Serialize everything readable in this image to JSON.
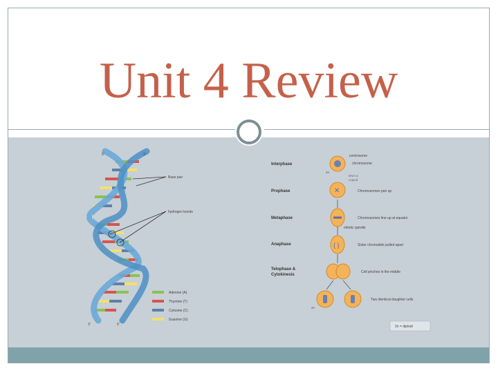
{
  "slide": {
    "title": "Unit 4 Review"
  },
  "dna": {
    "strand_top_left": "5'",
    "strand_top_right": "3'",
    "strand_bottom_left": "3'",
    "strand_bottom_right": "5'",
    "label_base_pair": "Base pair",
    "label_hydrogen_bonds": "hydrogen bonds",
    "legend": [
      {
        "label": "Adenine (A)",
        "color": "#8cc152"
      },
      {
        "label": "Thymine (T)",
        "color": "#d9534f"
      },
      {
        "label": "Cytosine (C)",
        "color": "#5f7fa8"
      },
      {
        "label": "Guanine (G)",
        "color": "#f2e16b"
      }
    ]
  },
  "mitosis": {
    "phases": [
      {
        "name": "Interphase"
      },
      {
        "name": "Prophase"
      },
      {
        "name": "Metaphase"
      },
      {
        "name": "Anaphase"
      },
      {
        "name": "Telophase &"
      },
      {
        "name": "Cytokinesis"
      }
    ],
    "annotations": {
      "centrosome": "centrosome",
      "chromosome": "chromosome",
      "dna_label": "DNA is",
      "dna_label2": "copied",
      "two_n_top": "2n",
      "prophase": "Chromosomes pair up",
      "metaphase": "Chromosomes line up at equator",
      "mitotic_spindle": "mitotic spindle",
      "anaphase": "Sister chromatids pulled apart",
      "telophase": "Cell pinches in the middle",
      "daughter": "Two identical daughter cells",
      "two_n_bottom": "2n",
      "diploid_box": "2n = diploid"
    }
  },
  "colors": {
    "title": "#c4614a",
    "panel": "#c6d0d6",
    "footer": "#7fa3a8",
    "badge_ring": "#7c8f93"
  }
}
